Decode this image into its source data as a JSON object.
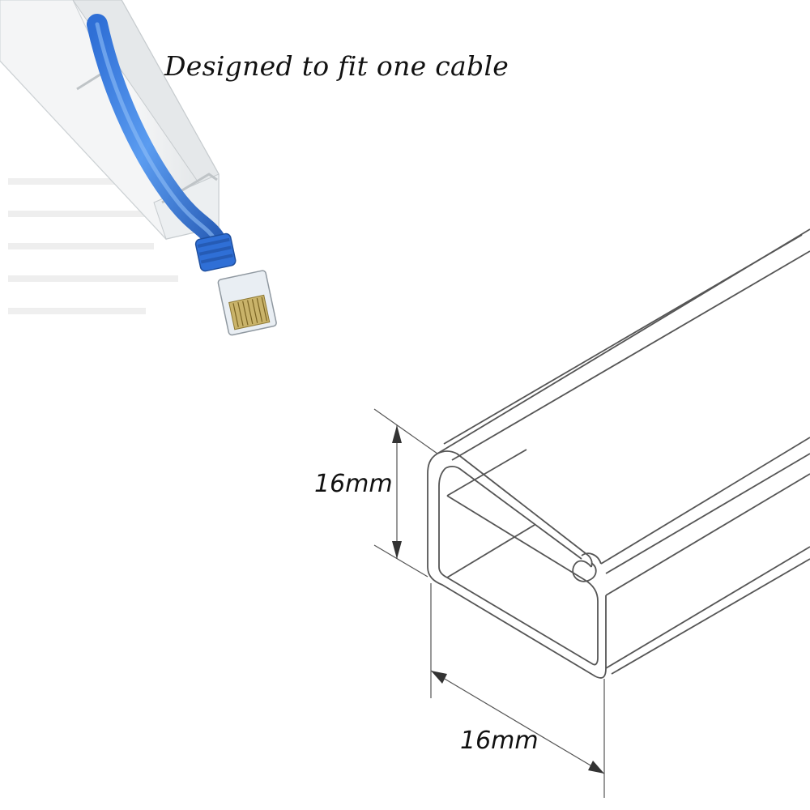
{
  "caption": "Designed to fit one cable",
  "dimensions": {
    "height": "16mm",
    "width": "16mm"
  },
  "colors": {
    "cable": "#3f7fe0",
    "trunking": "#f2f4f5",
    "outline": "#555555"
  },
  "icons": [
    "ethernet-cable-photo",
    "cable-trunking-drawing"
  ]
}
